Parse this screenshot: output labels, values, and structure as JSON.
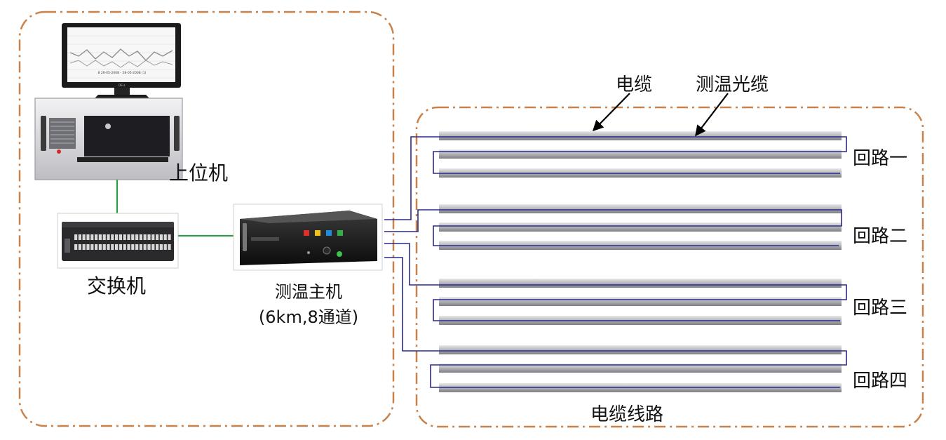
{
  "labels": {
    "upper_computer": "上位机",
    "switch": "交换机",
    "host_name": "测温主机",
    "host_spec": "(6km,8通道)",
    "cable": "电缆",
    "fiber": "测温光缆",
    "cable_line": "电缆线路",
    "loops": [
      "回路一",
      "回路二",
      "回路三",
      "回路四"
    ]
  },
  "monitor_screen": {
    "readout": "8  26-05-2008 - 28-05-2008 (1)",
    "brand": "DELL"
  },
  "colors": {
    "dash_border": "#c8824a",
    "link_green": "#2e9a4a",
    "fiber_line": "#2a2a8a",
    "cable_gray": "#a6a6ab"
  }
}
